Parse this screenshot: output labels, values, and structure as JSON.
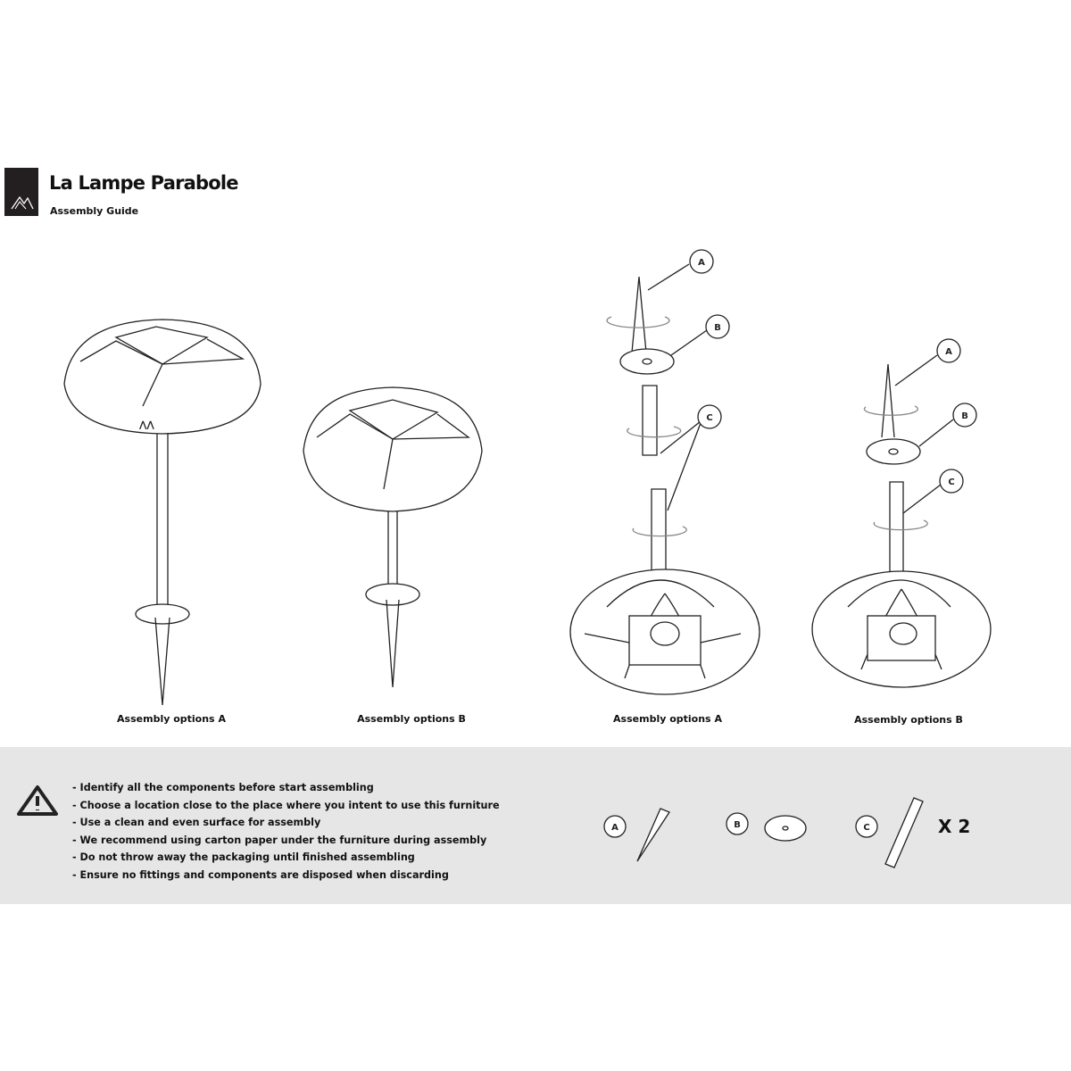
{
  "header": {
    "title": "La Lampe Parabole",
    "subtitle": "Assembly Guide",
    "logo_icon": "mountain-logo-icon"
  },
  "captions": [
    "Assembly options A",
    "Assembly options B",
    "Assembly options A",
    "Assembly options B"
  ],
  "callouts": {
    "a": "A",
    "b": "B",
    "c": "C"
  },
  "notes": [
    "- Identify all the components before start assembling",
    "- Choose a location close to the place where you intent to use this furniture",
    "- Use a clean and even surface for assembly",
    "- We recommend using carton paper under the furniture during assembly",
    "- Do not throw away the packaging until finished assembling",
    "- Ensure no fittings and components are disposed when discarding"
  ],
  "parts": {
    "a": "A",
    "b": "B",
    "c": "C",
    "c_qty": "X 2"
  },
  "colors": {
    "band": "#e6e6e6",
    "logo": "#231f20"
  }
}
